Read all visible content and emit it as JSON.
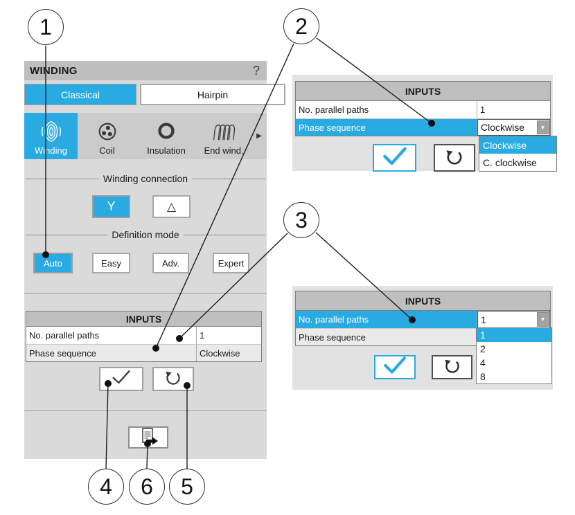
{
  "colors": {
    "accent": "#29abe2",
    "panel_bg": "#dadada",
    "right_panel_bg": "#e2e2e2",
    "header_bg": "#bebebe",
    "table_header_bg": "#bfbfbf",
    "alt_row_bg": "#eaeaea"
  },
  "icons": {
    "dropdown_arrow": "▼",
    "nav_more": "▶"
  },
  "callouts": [
    {
      "label": "1"
    },
    {
      "label": "2"
    },
    {
      "label": "3"
    },
    {
      "label": "4"
    },
    {
      "label": "5"
    },
    {
      "label": "6"
    }
  ],
  "winding_panel": {
    "title": "WINDING",
    "help_label": "?",
    "type_tabs": [
      {
        "label": "Classical",
        "active": true
      },
      {
        "label": "Hairpin",
        "active": false
      }
    ],
    "nav_tabs": [
      {
        "label": "Winding",
        "active": true
      },
      {
        "label": "Coil",
        "active": false
      },
      {
        "label": "Insulation",
        "active": false
      },
      {
        "label": "End wind.",
        "active": false
      }
    ],
    "connection_group": {
      "title": "Winding connection",
      "options": [
        {
          "label": "Y",
          "active": true
        },
        {
          "label": "△",
          "active": false
        }
      ]
    },
    "mode_group": {
      "title": "Definition mode",
      "options": [
        {
          "label": "Auto",
          "active": true
        },
        {
          "label": "Easy",
          "active": false
        },
        {
          "label": "Adv.",
          "active": false
        },
        {
          "label": "Expert",
          "active": false
        }
      ]
    },
    "inputs": {
      "header": "INPUTS",
      "rows": [
        {
          "label": "No. parallel paths",
          "value": "1"
        },
        {
          "label": "Phase sequence",
          "value": "Clockwise"
        }
      ]
    }
  },
  "phase_sequence_panel": {
    "inputs": {
      "header": "INPUTS",
      "rows": [
        {
          "label": "No. parallel paths",
          "value": "1"
        },
        {
          "label": "Phase sequence",
          "value": "Clockwise"
        }
      ]
    },
    "dropdown_options": [
      {
        "label": "Clockwise",
        "selected": true
      },
      {
        "label": "C. clockwise",
        "selected": false
      }
    ]
  },
  "parallel_paths_panel": {
    "inputs": {
      "header": "INPUTS",
      "rows": [
        {
          "label": "No. parallel paths",
          "value": "1"
        },
        {
          "label": "Phase sequence",
          "value": ""
        }
      ]
    },
    "dropdown_options": [
      {
        "label": "1",
        "selected": true
      },
      {
        "label": "2",
        "selected": false
      },
      {
        "label": "4",
        "selected": false
      },
      {
        "label": "8",
        "selected": false
      }
    ]
  }
}
